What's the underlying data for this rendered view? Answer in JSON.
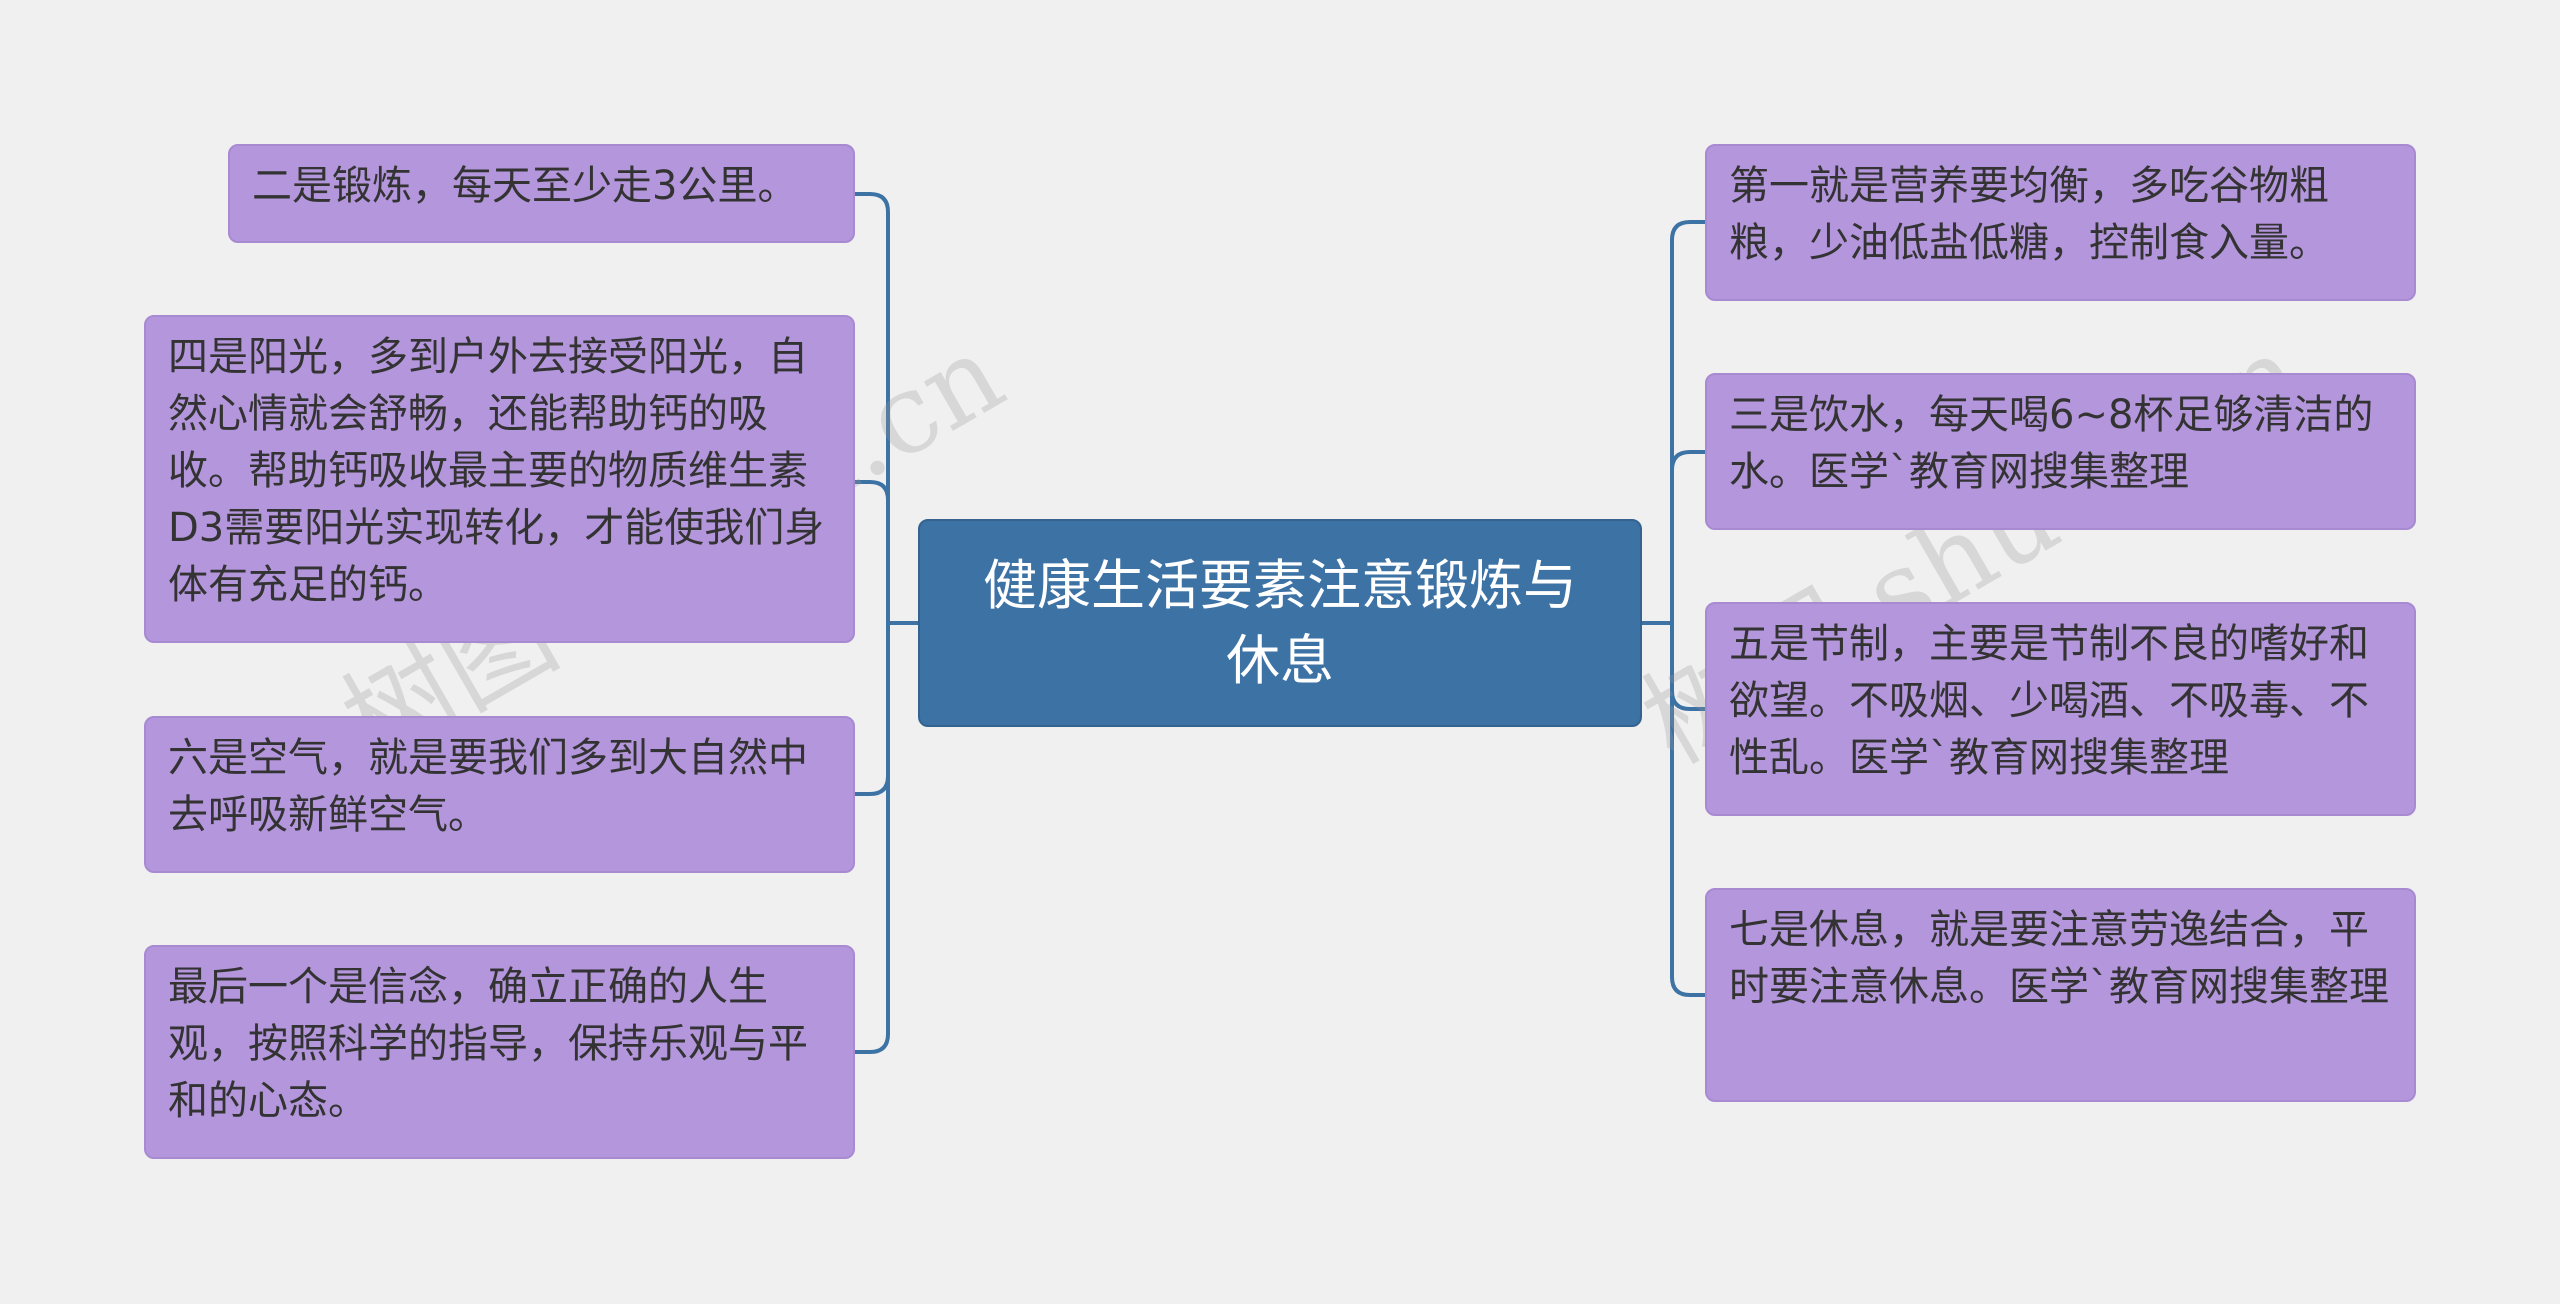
{
  "root": {
    "text": "健康生活要素注意锻炼与休息"
  },
  "left_nodes": [
    {
      "text": "二是锻炼，每天至少走3公里。"
    },
    {
      "text": "四是阳光，多到户外去接受阳光，自然心情就会舒畅，还能帮助钙的吸收。帮助钙吸收最主要的物质维生素D3需要阳光实现转化，才能使我们身体有充足的钙。"
    },
    {
      "text": "六是空气，就是要我们多到大自然中去呼吸新鲜空气。"
    },
    {
      "text": "最后一个是信念，确立正确的人生观，按照科学的指导，保持乐观与平和的心态。"
    }
  ],
  "right_nodes": [
    {
      "text": "第一就是营养要均衡，多吃谷物粗粮，少油低盐低糖，控制食入量。"
    },
    {
      "text": "三是饮水，每天喝6~8杯足够清洁的水。医学`教育网搜集整理"
    },
    {
      "text": "五是节制，主要是节制不良的嗜好和欲望。不吸烟、少喝酒、不吸毒、不性乱。医学`教育网搜集整理"
    },
    {
      "text": "七是休息，就是要注意劳逸结合，平时要注意休息。医学`教育网搜集整理"
    }
  ],
  "watermarks": [
    "树图 shutu.cn",
    "树图 shutu.cn"
  ],
  "colors": {
    "root": "#3d72a5",
    "node": "#b496dc",
    "connector": "#3d72a5",
    "background": "#f0f0f0"
  }
}
